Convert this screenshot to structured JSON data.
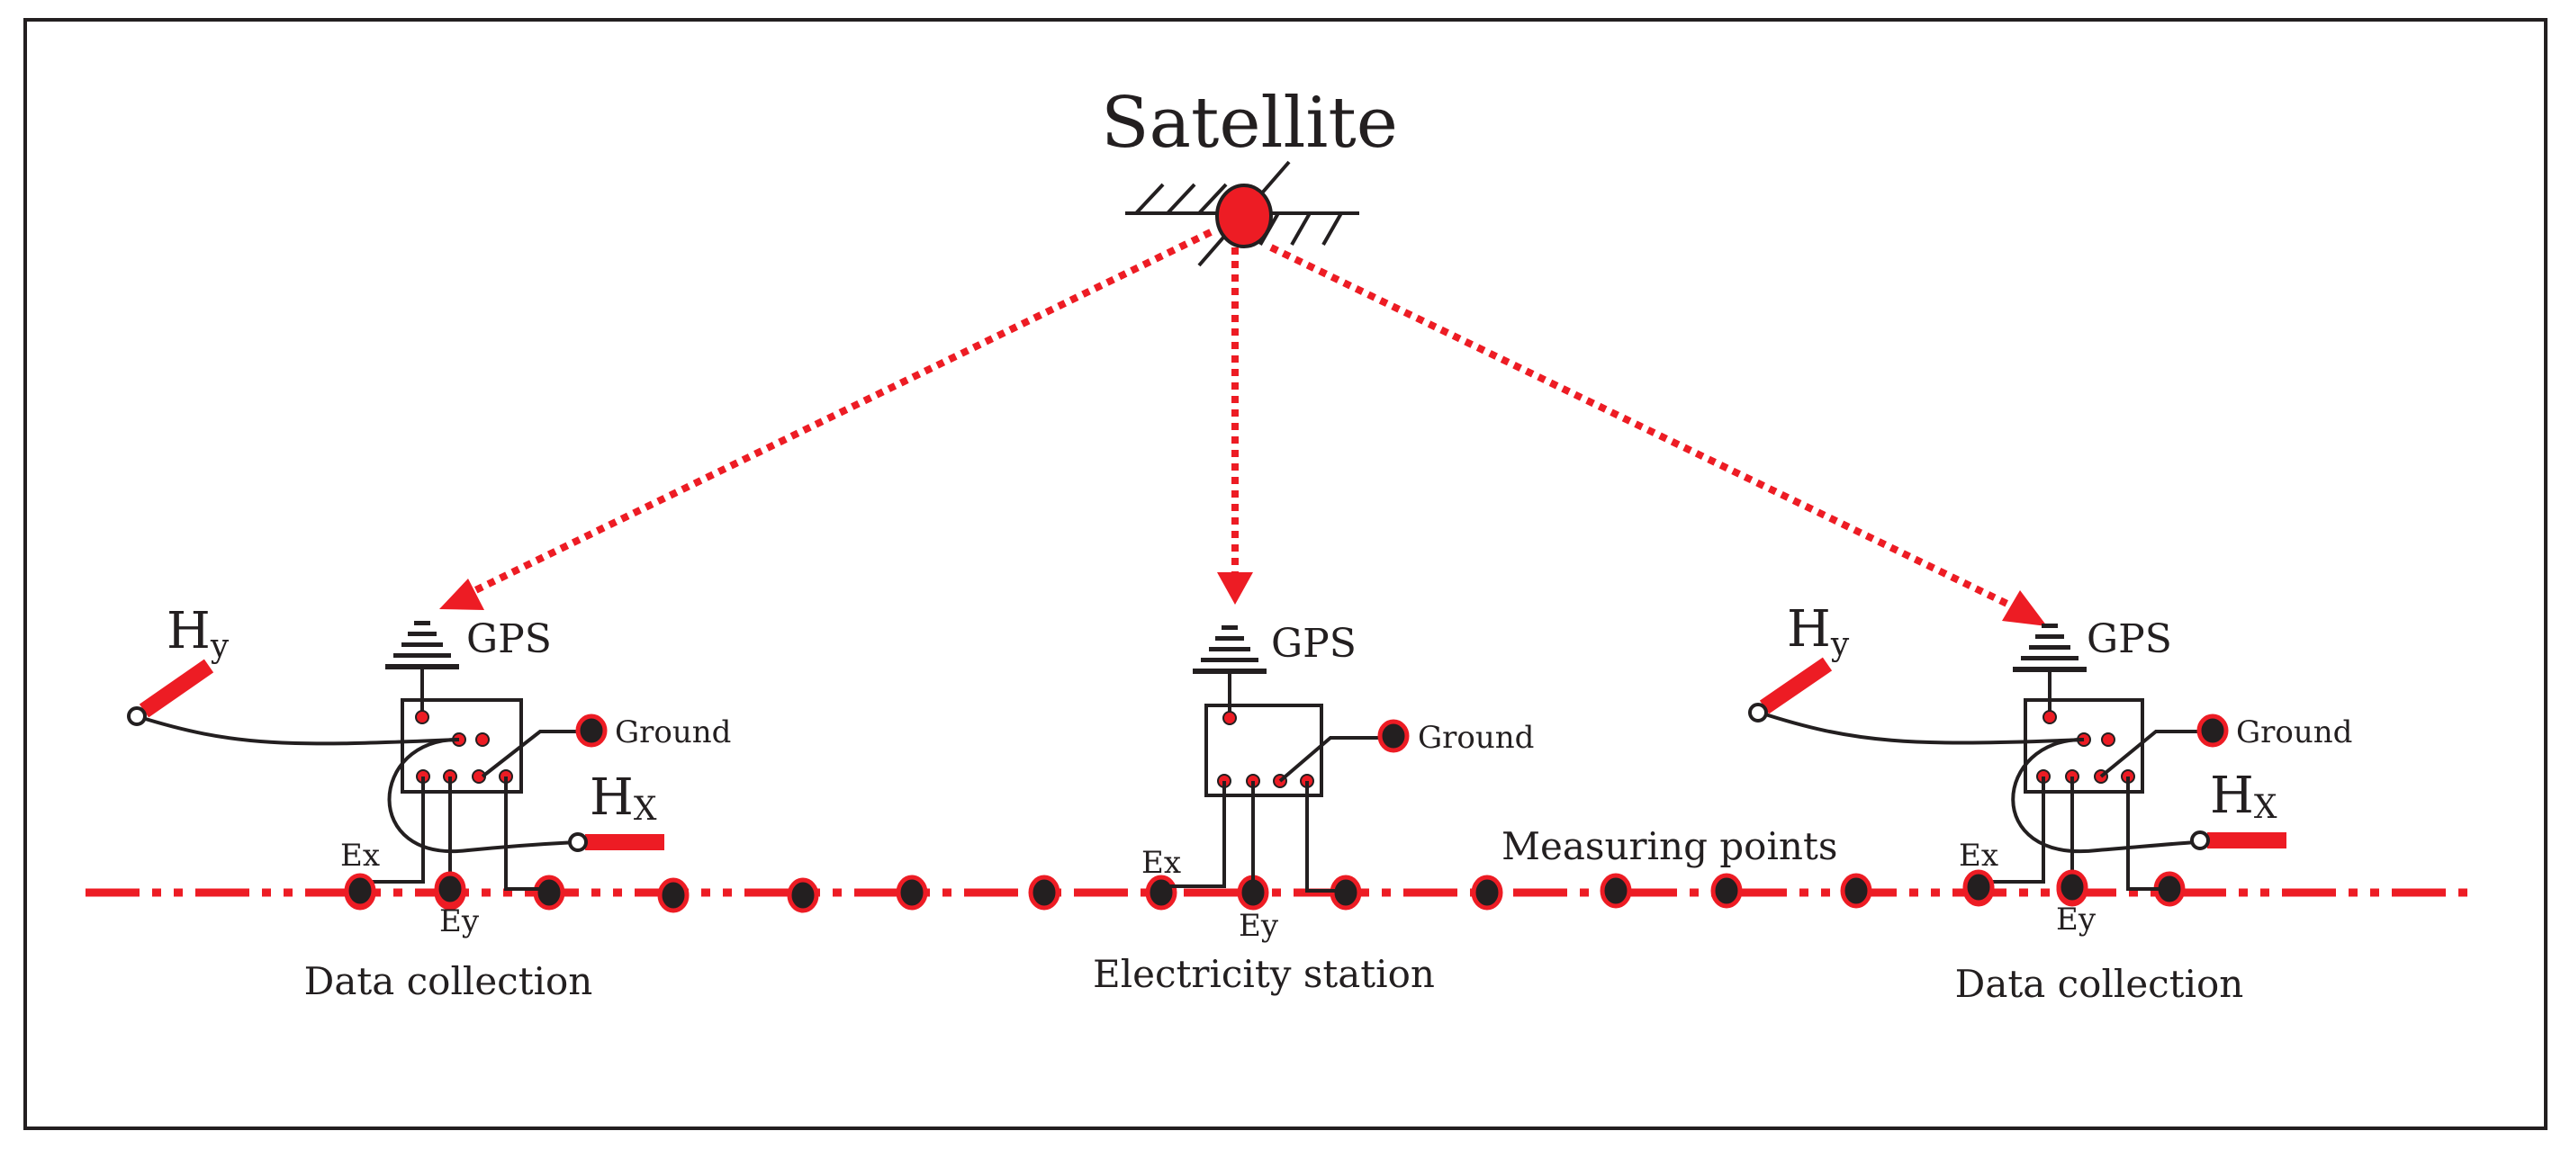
{
  "labels": {
    "satellite": "Satellite",
    "gps": "GPS",
    "ground": "Ground",
    "measuring_points": "Measuring points",
    "data_collection": "Data collection",
    "electricity_station": "Electricity station",
    "ex": "Ex",
    "ey": "Ey",
    "hy_main": "H",
    "hy_sub": "y",
    "hx_main": "H",
    "hx_sub": "X"
  },
  "colors": {
    "accent": "#ed1c24",
    "ink": "#231f20",
    "background": "#ffffff"
  },
  "stations": [
    {
      "kind": "data-collection",
      "label_key": "data_collection",
      "has_magnetometers": true
    },
    {
      "kind": "electricity-station",
      "label_key": "electricity_station",
      "has_magnetometers": false
    },
    {
      "kind": "data-collection",
      "label_key": "data_collection",
      "has_magnetometers": true
    }
  ]
}
